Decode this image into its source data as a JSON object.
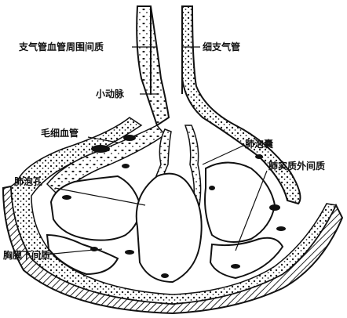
{
  "labels": {
    "peribronchial_interstitium": "支气管血管周围间质",
    "bronchiole": "细支气管",
    "small_artery": "小动脉",
    "capillary": "毛细血管",
    "alveolar_sac": "肺泡囊",
    "alveolar_pore": "肺泡孔",
    "parenchymal_interstitium": "肺实质外间质",
    "subpleural_interstitium": "胸膜下间质"
  }
}
